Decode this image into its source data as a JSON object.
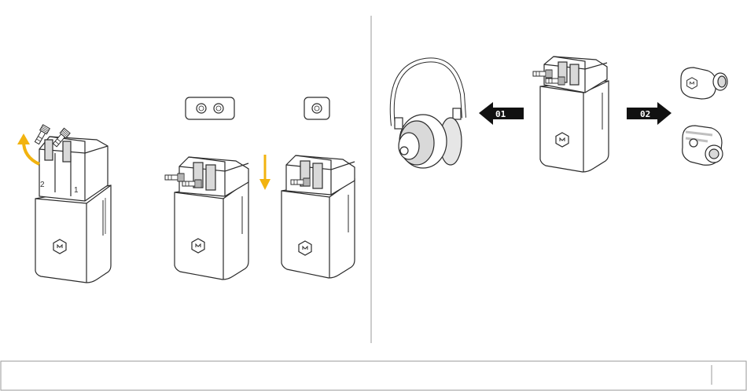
{
  "colors": {
    "accent": "#f2b30f",
    "outline": "#2b2b2b",
    "shade": "#d9d9d9",
    "divider": "#9a9a9a"
  },
  "left_panel": {
    "step_a": {
      "slot_numbers": [
        "2",
        "1"
      ]
    }
  },
  "right_panel": {
    "arrow_left_label": "01",
    "arrow_right_label": "02"
  },
  "icons": [
    "rotate-arrow-icon",
    "down-arrow-icon",
    "two-plug-icon",
    "one-plug-icon",
    "headphones-icon",
    "earbuds-icon",
    "case-logo-icon"
  ]
}
